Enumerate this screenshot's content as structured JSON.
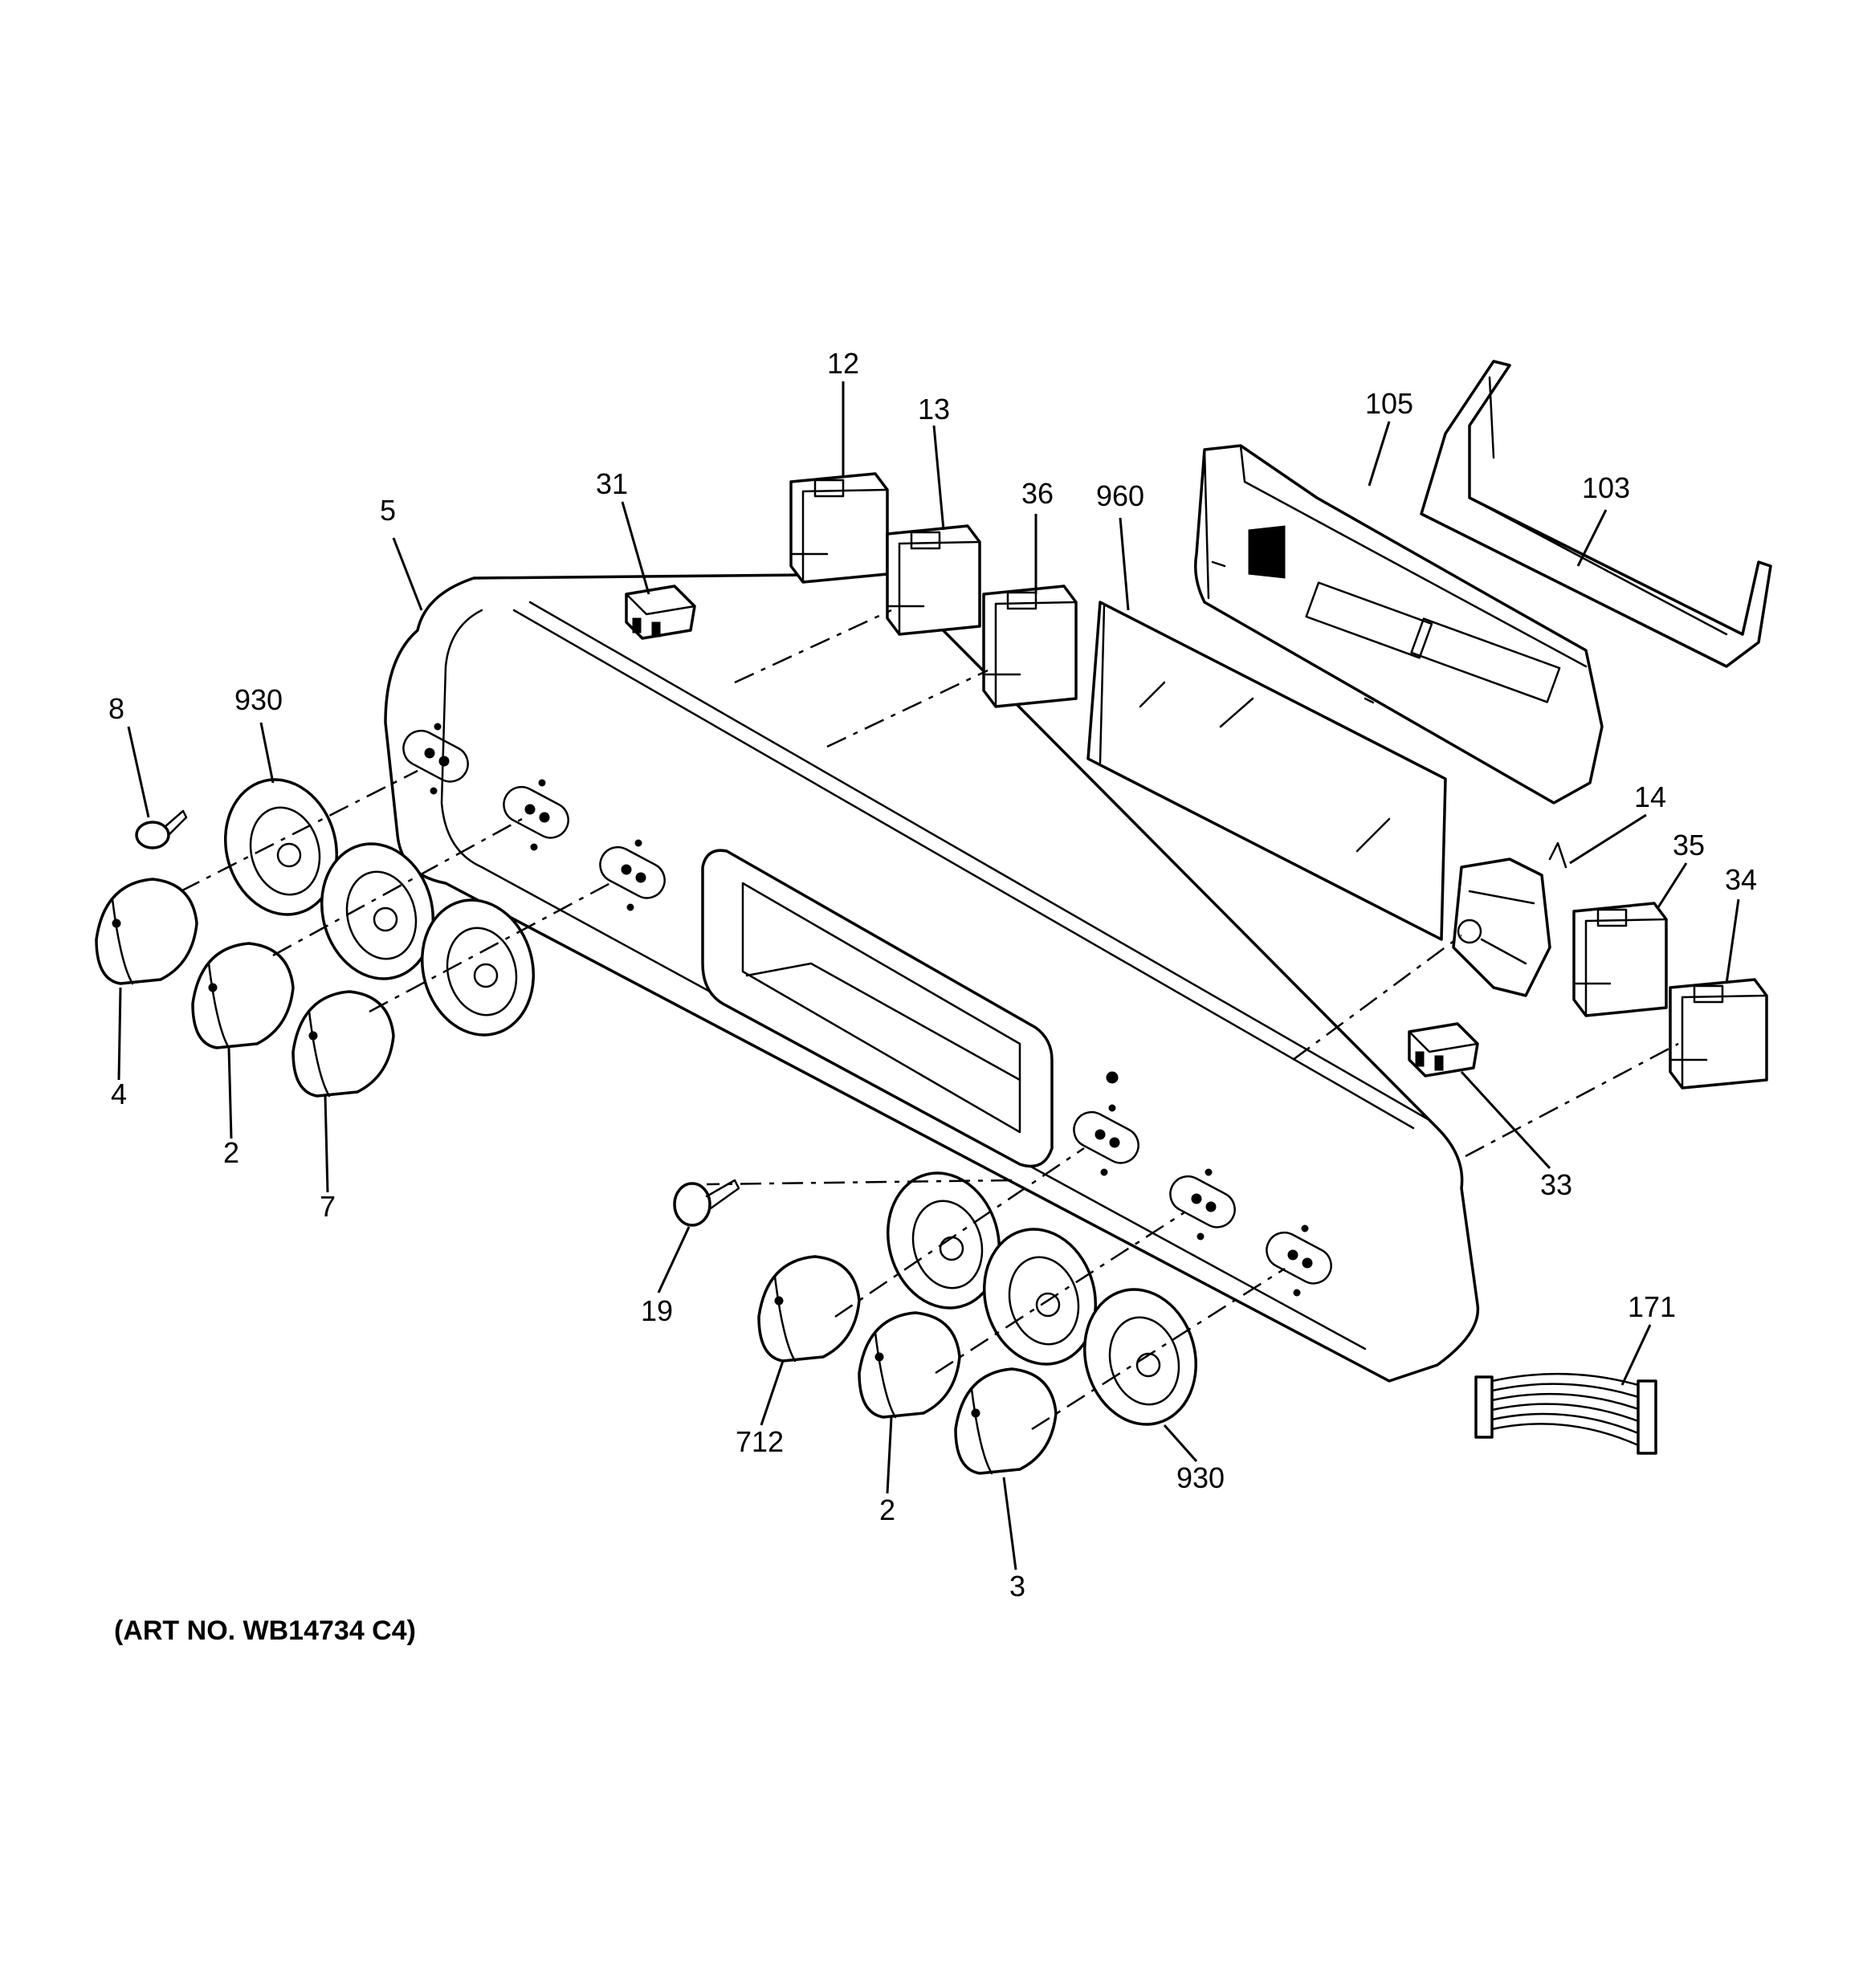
{
  "diagram": {
    "art_note": "(ART NO. WB14734 C4)",
    "callouts": [
      "12",
      "13",
      "31",
      "36",
      "960",
      "105",
      "103",
      "5",
      "8",
      "930",
      "4",
      "2",
      "7",
      "14",
      "35",
      "34",
      "33",
      "19",
      "712",
      "2",
      "930",
      "3",
      "171"
    ]
  }
}
